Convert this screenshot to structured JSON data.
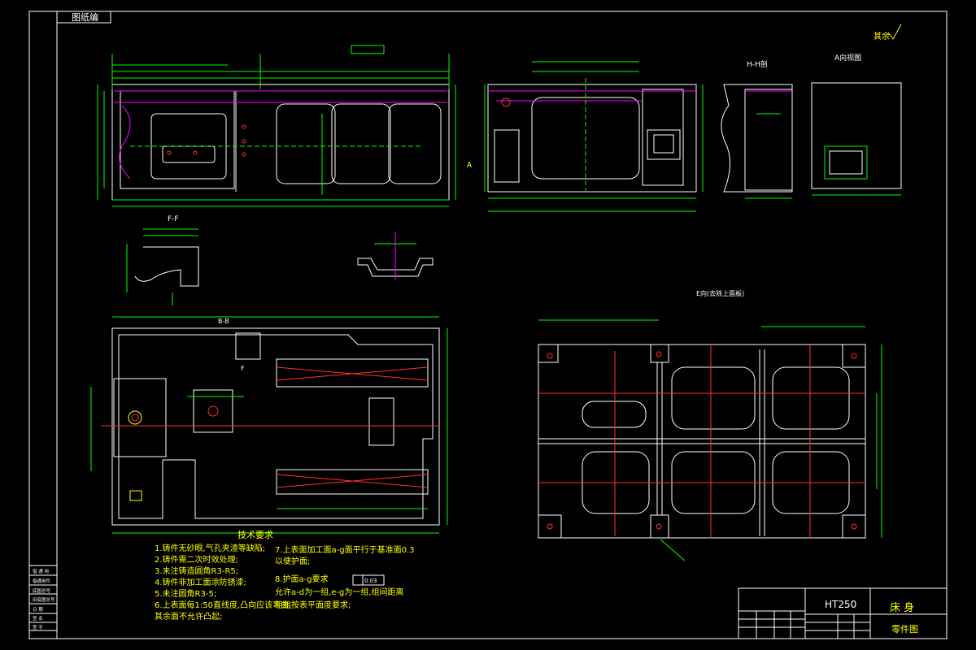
{
  "colors": {
    "background": "#000000",
    "frame": "#ffffff",
    "outline": "#ffffff",
    "dimension": "#00ff00",
    "centerline": "#ff0000",
    "section": "#ff00ff",
    "text": "#ffff00",
    "hole_edge": "#ff3030"
  },
  "header": {
    "top_left_label": "图纸编"
  },
  "roughness": {
    "label": "其余"
  },
  "views": {
    "h_label": "H-H剖",
    "a_label": "A向视图",
    "f_label": "F-F",
    "f_mark": "F",
    "e_label": "E向(去除上面板)",
    "section_mark": "B-B"
  },
  "arrow_a": "A",
  "tech": {
    "heading": "技术要求",
    "left": [
      "1.铸件无砂眼,气孔夹渣等缺陷;",
      "2.铸件需二次时效处理;",
      "3.未注铸造圆角R3-R5;",
      "4.铸件非加工面涂防锈漆;",
      "5.未注圆角R3-5;",
      "6.上表面每1:50直线度,凸向应该弯曲,",
      "  其余面不允许凸起;"
    ],
    "right": [
      "7.上表面加工面a-g面平行于基准面0.3",
      "  以便护面;",
      "8.护面a-g要求",
      "  允许a-d为一组,e-g为一组,组间距离",
      "  组组按表平面度要求;"
    ],
    "tolerance": "0.03"
  },
  "title_block": {
    "material": "HT250",
    "part_name": "床 身",
    "drawing_type": "零件图"
  },
  "side_table": [
    "借 通 用",
    "借通用件",
    "底图总号",
    "旧底图总号",
    "日 期",
    "签 名",
    "签 字"
  ]
}
